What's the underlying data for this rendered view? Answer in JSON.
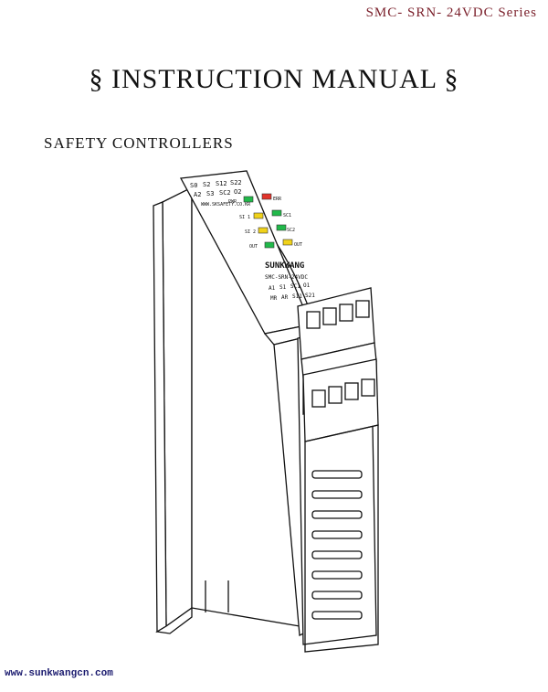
{
  "header": {
    "series": "SMC- SRN- 24VDC  Series"
  },
  "document": {
    "title": "§  INSTRUCTION  MANUAL  §",
    "subtitle": "SAFETY  CONTROLLERS"
  },
  "device": {
    "terminal_top_row1": [
      "S0",
      "S2",
      "S12",
      "S22"
    ],
    "terminal_top_row2": [
      "A2",
      "S3",
      "SC2",
      "O2"
    ],
    "url_small": "WWW.SKSAFETY.CO.KR",
    "leds": [
      {
        "label": "PWR",
        "color": "#21b94a"
      },
      {
        "label": "ERR",
        "color": "#e2342b"
      },
      {
        "label": "SI 1",
        "color": "#f0d21a"
      },
      {
        "label": "SC1",
        "color": "#21b94a"
      },
      {
        "label": "SI 2",
        "color": "#f0d21a"
      },
      {
        "label": "SC2",
        "color": "#21b94a"
      },
      {
        "label": "OUT",
        "color": "#21b94a"
      },
      {
        "label": "OUT",
        "color": "#f0d21a"
      }
    ],
    "brand": "SUNKWANG",
    "model": "SMC-SRN-24VDC",
    "terminal_bottom_row1": [
      "A1",
      "S1",
      "SC1",
      "O1"
    ],
    "terminal_bottom_row2": [
      "MR",
      "AR",
      "S11",
      "S21"
    ]
  },
  "footer": {
    "website": "www.sunkwangcn.com"
  }
}
